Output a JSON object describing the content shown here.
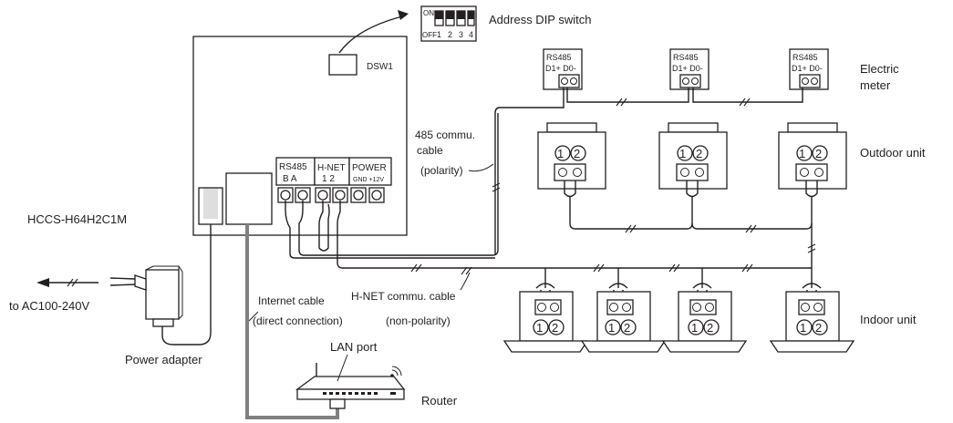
{
  "controller": {
    "model": "HCCS-H64H2C1M",
    "dsw_label": "DSW1",
    "terminal_groups": [
      {
        "name": "RS485",
        "pins": "B   A"
      },
      {
        "name": "H-NET",
        "pins": "1   2"
      },
      {
        "name": "POWER",
        "pins": "GND +12V"
      }
    ]
  },
  "dip_switch": {
    "on_label": "ON",
    "off_label": "OFF",
    "numbers": [
      "1",
      "2",
      "3",
      "4"
    ],
    "caption": "Address DIP switch"
  },
  "cables": {
    "rs485_line1": "485 commu.",
    "rs485_line2": "cable",
    "rs485_line3": "(polarity)",
    "hnet_line1": "H-NET commu. cable",
    "hnet_line2": "(non-polarity)",
    "internet_line1": "Internet cable",
    "internet_line2": "(direct connection)"
  },
  "meters": {
    "label_rs485": "RS485",
    "label_pins": "D1+ D0-",
    "caption_line1": "Electric",
    "caption_line2": "meter"
  },
  "outdoor": {
    "caption": "Outdoor unit",
    "terminals": "①②"
  },
  "indoor": {
    "caption": "Indoor unit",
    "terminals": "①②"
  },
  "power": {
    "ac_label": "to AC100-240V",
    "adapter_label": "Power adapter"
  },
  "router": {
    "lan_label": "LAN port",
    "caption": "Router"
  },
  "colors": {
    "line": "#231f20",
    "internet_cable": "#808080"
  }
}
